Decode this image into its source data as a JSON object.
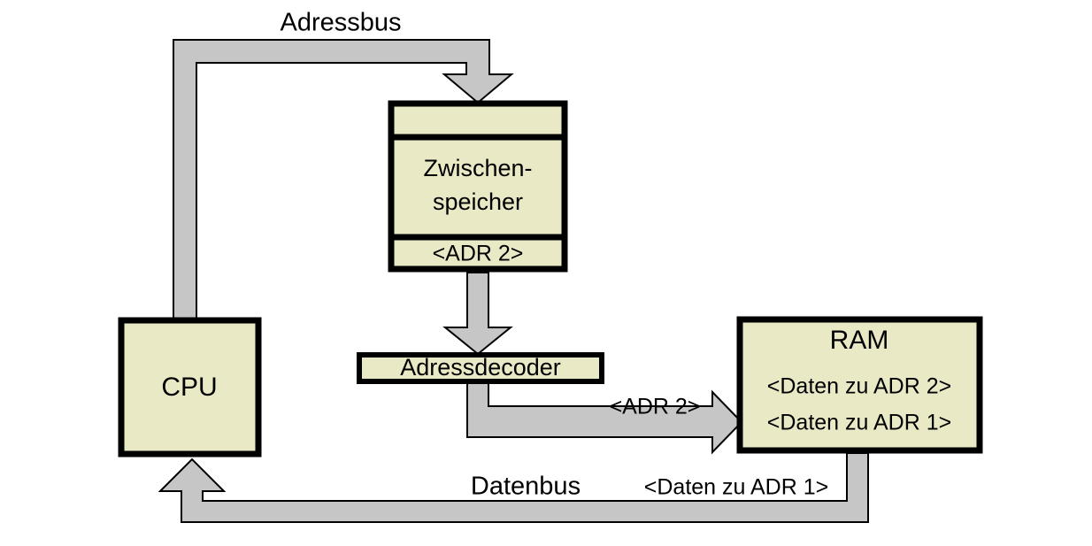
{
  "diagram": {
    "title": "Adressbus / Datenbus Speicherzugriff",
    "colors": {
      "box_fill": "#e9e9c6",
      "bus_fill": "#c6c6c6",
      "stroke": "#000000",
      "background": "#ffffff"
    },
    "labels": {
      "address_bus": "Adressbus",
      "data_bus": "Datenbus",
      "data_bus_payload": "<Daten zu ADR 1>",
      "decoder_to_ram": "<ADR 2>"
    },
    "nodes": [
      {
        "id": "cpu",
        "name": "CPU",
        "title": "CPU",
        "rows": []
      },
      {
        "id": "zwischenspeicher",
        "name": "Zwischenspeicher",
        "title_line1": "Zwischen-",
        "title_line2": "speicher",
        "top_row": "",
        "bottom_row": "<ADR 2>"
      },
      {
        "id": "adressdecoder",
        "name": "Adressdecoder",
        "title": "Adressdecoder"
      },
      {
        "id": "ram",
        "name": "RAM",
        "title": "RAM",
        "rows": [
          "<Daten zu ADR 2>",
          "<Daten zu ADR 1>"
        ]
      }
    ],
    "connections": [
      {
        "id": "adressbus",
        "from": "CPU",
        "to": "Zwischenspeicher",
        "label": "Adressbus"
      },
      {
        "id": "zwischenspeicher-to-decoder",
        "from": "Zwischenspeicher",
        "to": "Adressdecoder",
        "label": ""
      },
      {
        "id": "decoder-to-ram",
        "from": "Adressdecoder",
        "to": "RAM",
        "label": "<ADR 2>"
      },
      {
        "id": "datenbus",
        "from": "RAM",
        "to": "CPU",
        "label": "Datenbus"
      }
    ]
  }
}
